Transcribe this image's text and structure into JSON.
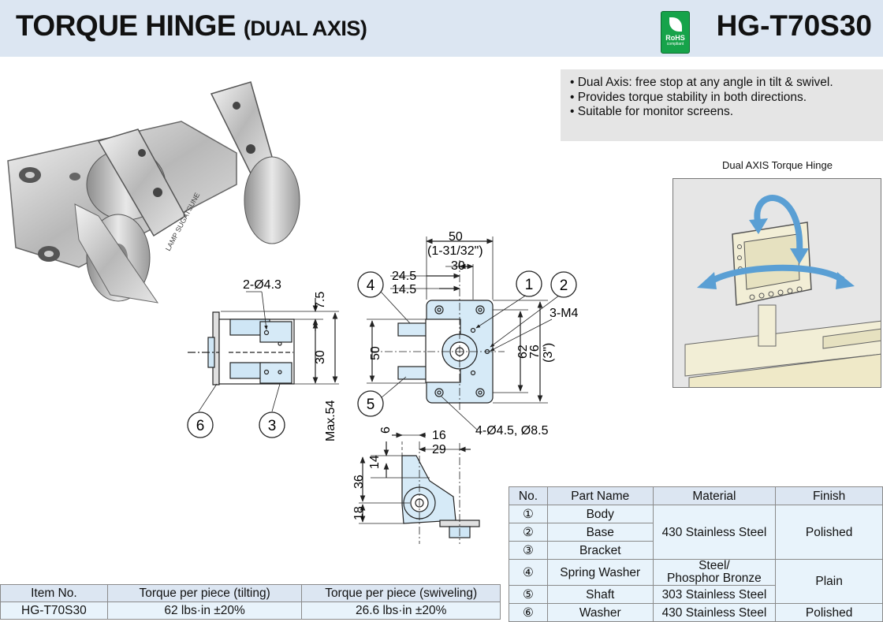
{
  "header": {
    "title": "TORQUE HINGE",
    "title_sub": "(DUAL AXIS)",
    "model": "HG-T70S30",
    "rohs_badge": "RoHS",
    "rohs_sub": "compliant"
  },
  "features": [
    "Dual Axis: free stop at any angle in tilt & swivel.",
    "Provides torque stability in both directions.",
    "Suitable for monitor screens."
  ],
  "illustration": {
    "caption": "Dual AXIS Torque Hinge"
  },
  "photo": {
    "engraving": "LAMP SUGATSUNE"
  },
  "drawing": {
    "callouts": [
      "1",
      "2",
      "3",
      "4",
      "5",
      "6"
    ],
    "dims": {
      "hole2": "2-Ø4.3",
      "d75": "7.5",
      "d30v": "30",
      "max54": "Max.54",
      "d50top": "50",
      "d50inch": "(1-31/32\")",
      "d30top": "30",
      "d245": "24.5",
      "d145": "14.5",
      "d50left": "50",
      "d62": "62",
      "d76": "76",
      "d76inch": "(3\")",
      "m4": "3-M4",
      "holes4": "4-Ø4.5, Ø8.5",
      "d6": "6",
      "d16": "16",
      "d14": "14",
      "d29": "29",
      "d36": "36",
      "d18": "18"
    }
  },
  "parts_table": {
    "headers": [
      "No.",
      "Part Name",
      "Material",
      "Finish"
    ],
    "rows": [
      {
        "no": "①",
        "name": "Body"
      },
      {
        "no": "②",
        "name": "Base"
      },
      {
        "no": "③",
        "name": "Bracket"
      },
      {
        "no": "④",
        "name": "Spring Washer"
      },
      {
        "no": "⑤",
        "name": "Shaft"
      },
      {
        "no": "⑥",
        "name": "Washer"
      }
    ],
    "material_1": "430 Stainless Steel",
    "material_4_line1": "Steel/",
    "material_4_line2": "Phosphor Bronze",
    "material_5": "303 Stainless Steel",
    "material_6": "430 Stainless Steel",
    "finish_polished": "Polished",
    "finish_plain": "Plain",
    "finish_washer": "Polished"
  },
  "torque_table": {
    "headers": [
      "Item No.",
      "Torque per piece (tilting)",
      "Torque per piece (swiveling)"
    ],
    "row": [
      "HG-T70S30",
      "62 lbs·in ±20%",
      "26.6 lbs·in ±20%"
    ]
  }
}
